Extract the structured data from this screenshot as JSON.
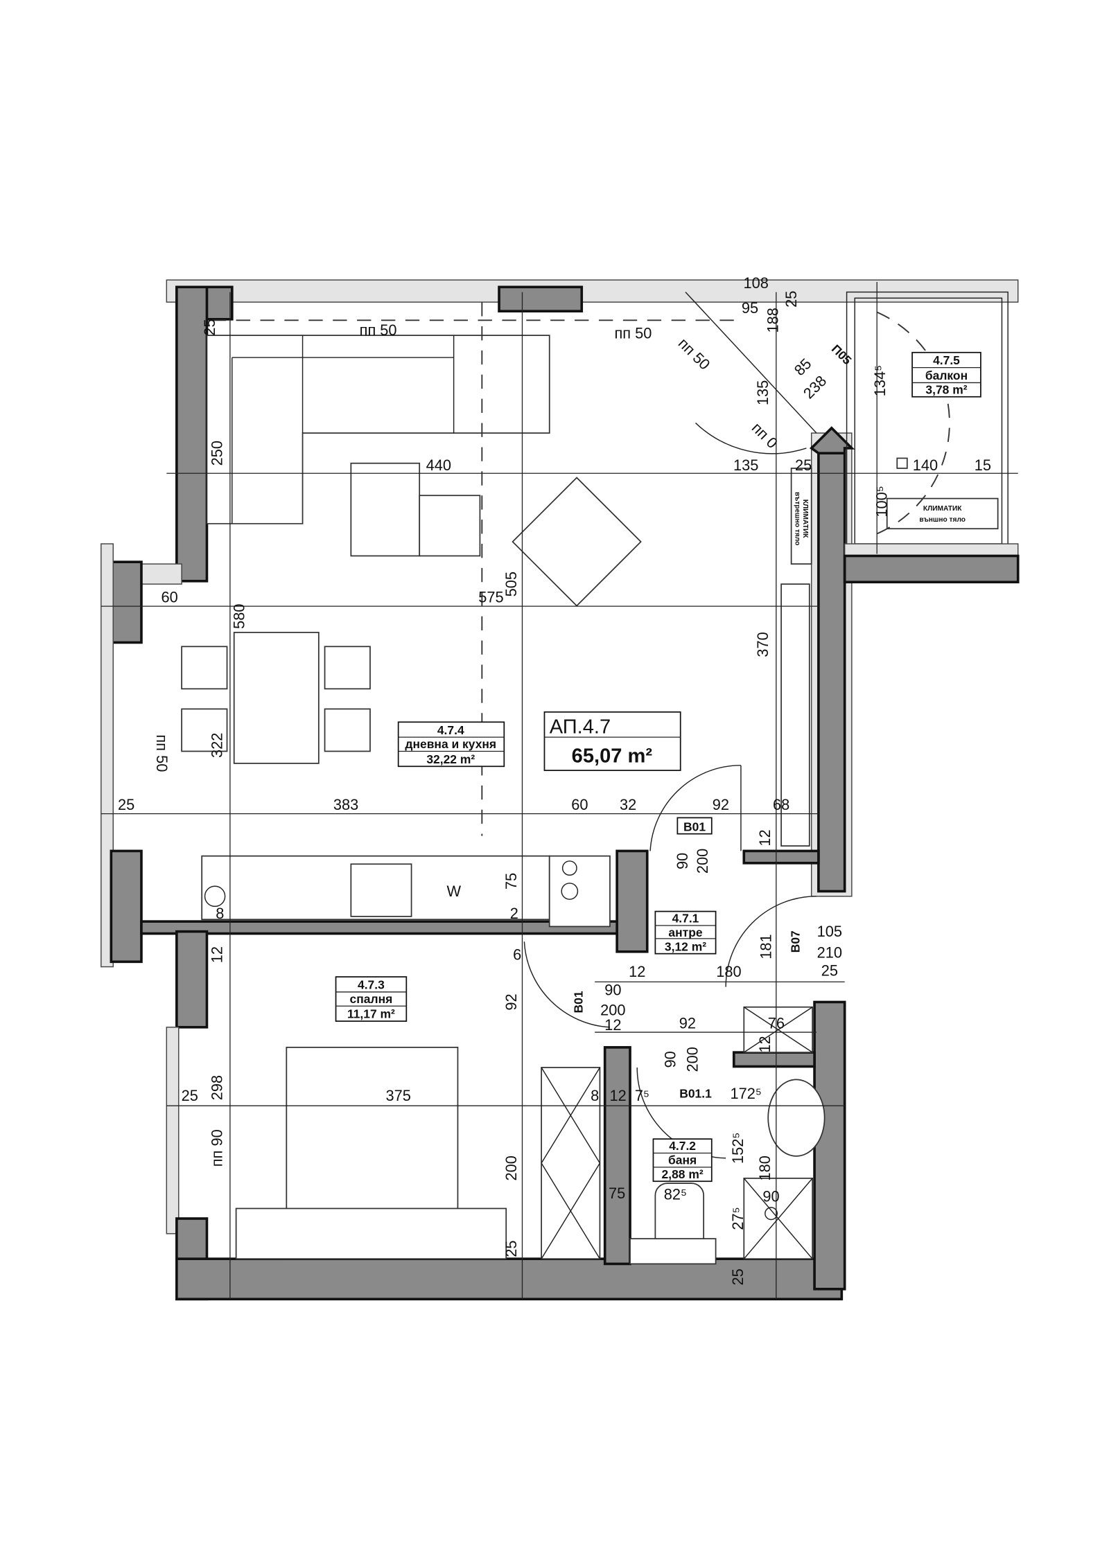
{
  "apartment": {
    "code": "АП.4.7",
    "area": "65,07 m²"
  },
  "rooms": [
    {
      "id": "4.7.4",
      "name": "дневна и кухня",
      "area": "32,22 m²"
    },
    {
      "id": "4.7.5",
      "name": "балкон",
      "area": "3,78 m²"
    },
    {
      "id": "4.7.1",
      "name": "антре",
      "area": "3,12 m²"
    },
    {
      "id": "4.7.3",
      "name": "спалня",
      "area": "11,17 m²"
    },
    {
      "id": "4.7.2",
      "name": "баня",
      "area": "2,88 m²"
    }
  ],
  "equipment": {
    "ac_indoor": [
      "КЛИМАТИК",
      "вътрешно тяло"
    ],
    "ac_outdoor": [
      "КЛИМАТИК",
      "външно тяло"
    ],
    "washer": "W"
  },
  "doors": [
    "B01",
    "B07",
    "B01",
    "B01.1",
    "П05"
  ],
  "dimensions": [
    "25",
    "пп 50",
    "пп 50",
    "пп 50",
    "95",
    "188",
    "25",
    "108",
    "85",
    "238",
    "135",
    "пп 0",
    "134⁵",
    "250",
    "440",
    "135",
    "25",
    "140",
    "15",
    "100⁵",
    "60",
    "575",
    "505",
    "580",
    "370",
    "пп 50",
    "322",
    "25",
    "383",
    "60",
    "32",
    "92",
    "68",
    "90",
    "200",
    "12",
    "75",
    "8",
    "2",
    "105",
    "210",
    "181",
    "180",
    "25",
    "12",
    "6",
    "90",
    "12",
    "200",
    "12",
    "92",
    "76",
    "92",
    "12",
    "90",
    "200",
    "25",
    "298",
    "375",
    "8",
    "12",
    "7⁵",
    "172⁵",
    "пп 90",
    "200",
    "152⁵",
    "180",
    "75",
    "82⁵",
    "90",
    "27⁵",
    "25",
    "25"
  ]
}
